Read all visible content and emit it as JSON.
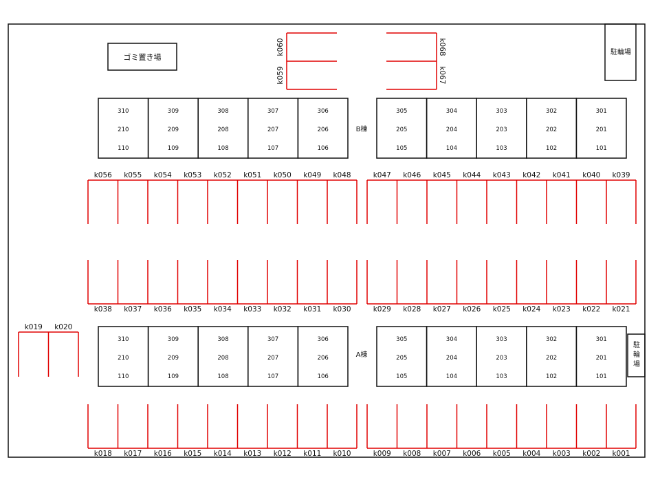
{
  "site": {
    "garbage_area": "ゴミ置き場",
    "bicycle_parking_top": "駐輪場",
    "bicycle_parking_side": [
      "駐",
      "輪",
      "場"
    ],
    "building_b": "B棟",
    "building_a": "A棟"
  },
  "colors": {
    "outline": "#111111",
    "parking_line": "#e00000",
    "background": "#ffffff"
  },
  "building_b_units": {
    "left": [
      [
        "310",
        "210",
        "110"
      ],
      [
        "309",
        "209",
        "109"
      ],
      [
        "308",
        "208",
        "108"
      ],
      [
        "307",
        "207",
        "107"
      ],
      [
        "306",
        "206",
        "106"
      ]
    ],
    "right": [
      [
        "305",
        "205",
        "105"
      ],
      [
        "304",
        "204",
        "104"
      ],
      [
        "303",
        "203",
        "103"
      ],
      [
        "302",
        "202",
        "102"
      ],
      [
        "301",
        "201",
        "101"
      ]
    ]
  },
  "building_a_units": {
    "left": [
      [
        "310",
        "210",
        "110"
      ],
      [
        "309",
        "209",
        "109"
      ],
      [
        "308",
        "208",
        "108"
      ],
      [
        "307",
        "207",
        "107"
      ],
      [
        "306",
        "206",
        "106"
      ]
    ],
    "right": [
      [
        "305",
        "205",
        "105"
      ],
      [
        "304",
        "204",
        "104"
      ],
      [
        "303",
        "203",
        "103"
      ],
      [
        "302",
        "202",
        "102"
      ],
      [
        "301",
        "201",
        "101"
      ]
    ]
  },
  "parking": {
    "top_left_vertical": [
      "k060",
      "k059"
    ],
    "top_right_vertical": [
      "k068",
      "k067"
    ],
    "row_upper_left": [
      "k056",
      "k055",
      "k054",
      "k053",
      "k052",
      "k051",
      "k050",
      "k049",
      "k048"
    ],
    "row_upper_right": [
      "k047",
      "k046",
      "k045",
      "k044",
      "k043",
      "k042",
      "k041",
      "k040",
      "k039"
    ],
    "row_mid_left": [
      "k038",
      "k037",
      "k036",
      "k035",
      "k034",
      "k033",
      "k032",
      "k031",
      "k030"
    ],
    "row_mid_right": [
      "k029",
      "k028",
      "k027",
      "k026",
      "k025",
      "k024",
      "k023",
      "k022",
      "k021"
    ],
    "side_left": [
      "k019",
      "k020"
    ],
    "row_bottom_left": [
      "k018",
      "k017",
      "k016",
      "k015",
      "k014",
      "k013",
      "k012",
      "k011",
      "k010"
    ],
    "row_bottom_right": [
      "k009",
      "k008",
      "k007",
      "k006",
      "k005",
      "k004",
      "k003",
      "k002",
      "k001"
    ]
  }
}
